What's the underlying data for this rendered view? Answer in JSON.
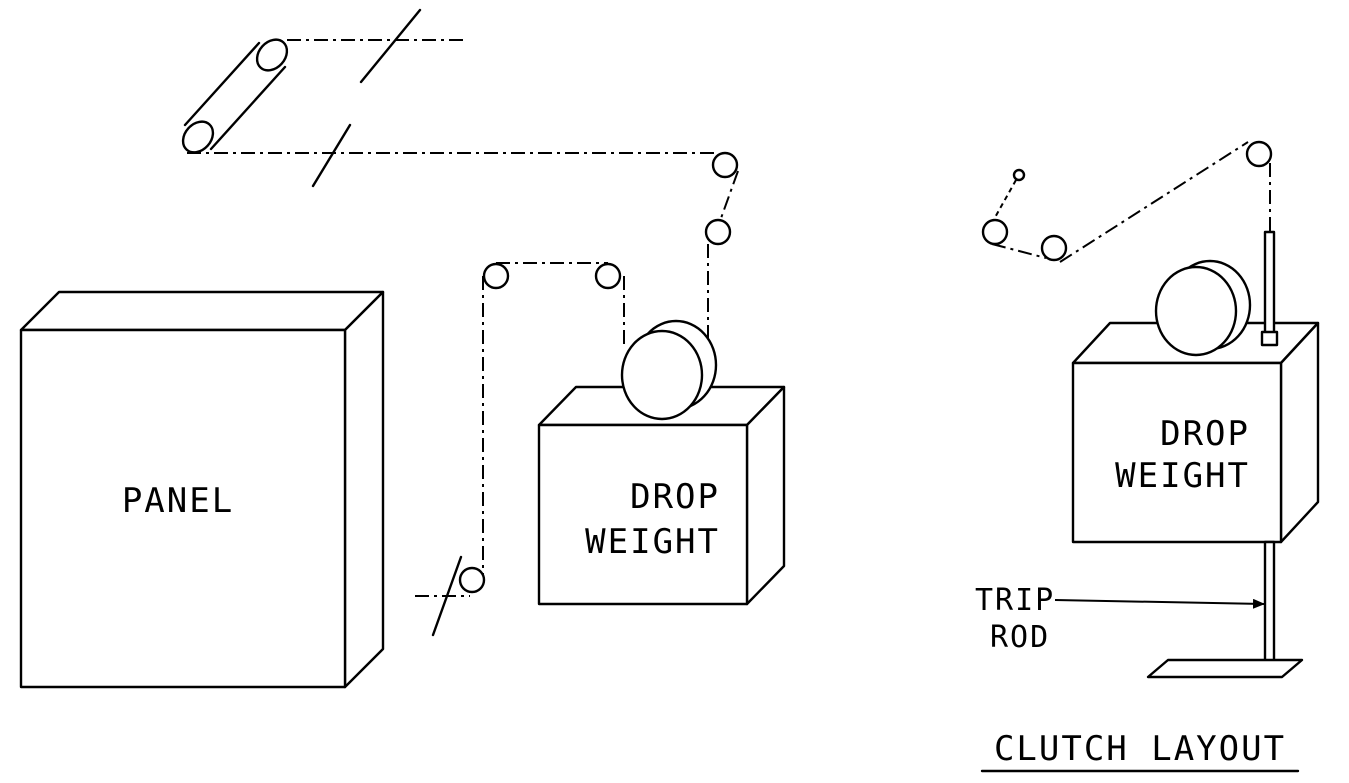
{
  "labels": {
    "panel": "PANEL",
    "drop_weight_left_line1": "DROP",
    "drop_weight_left_line2": "WEIGHT",
    "drop_weight_right_line1": "DROP",
    "drop_weight_right_line2": "WEIGHT",
    "trip_rod_line1": "TRIP",
    "trip_rod_line2": "ROD",
    "caption": "CLUTCH LAYOUT"
  }
}
